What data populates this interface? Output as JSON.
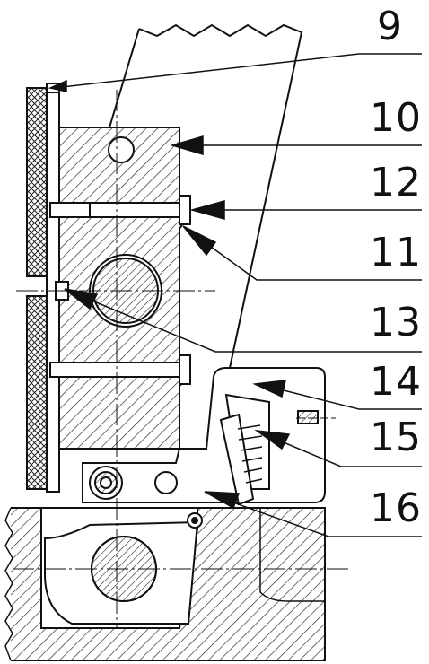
{
  "callouts": [
    {
      "id": "9",
      "text": "9"
    },
    {
      "id": "10",
      "text": "10"
    },
    {
      "id": "12",
      "text": "12"
    },
    {
      "id": "11",
      "text": "11"
    },
    {
      "id": "13",
      "text": "13"
    },
    {
      "id": "14",
      "text": "14"
    },
    {
      "id": "15",
      "text": "15"
    },
    {
      "id": "16",
      "text": "16"
    }
  ],
  "colors": {
    "line": "#111111",
    "background": "#ffffff",
    "hatch": "#222222"
  }
}
